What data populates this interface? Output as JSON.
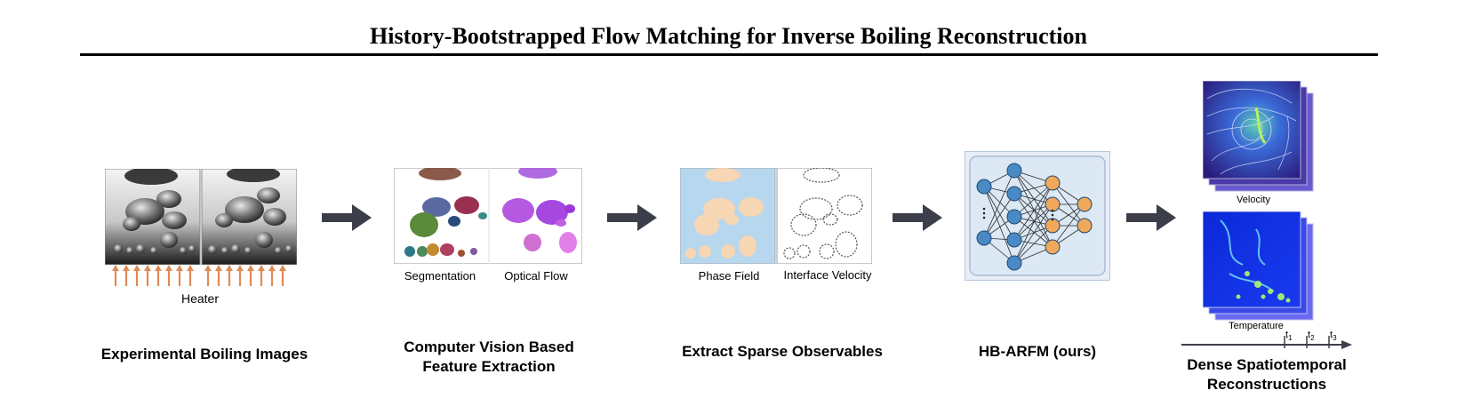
{
  "title": "History-Bootstrapped Flow Matching for Inverse Boiling Reconstruction",
  "stages": [
    {
      "caption": "Experimental Boiling Images",
      "sublabels": [
        "Heater"
      ]
    },
    {
      "caption_lines": [
        "Computer Vision Based",
        "Feature Extraction"
      ],
      "sublabels": [
        "Segmentation",
        "Optical Flow"
      ]
    },
    {
      "caption": "Extract Sparse Observables",
      "sublabels": [
        "Phase Field",
        "Interface Velocity"
      ]
    },
    {
      "caption": "HB-ARFM (ours)",
      "sublabels": []
    },
    {
      "caption_lines": [
        "Dense Spatiotemporal",
        "Reconstructions"
      ],
      "sublabels": [
        "Velocity",
        "Temperature"
      ],
      "time_ticks": [
        "t",
        "t",
        "t"
      ],
      "time_subscripts": [
        "1",
        "2",
        "3"
      ]
    }
  ],
  "colors": {
    "arrow": "#3c3f4a",
    "heater_arrows": "#e08a55",
    "phase_bg": "#b7d7ee",
    "bubble_fill": "#f7d6b3",
    "nn_blue": "#4a8ac4",
    "nn_orange": "#f0a85a",
    "nn_panel": "#dce8f4"
  }
}
